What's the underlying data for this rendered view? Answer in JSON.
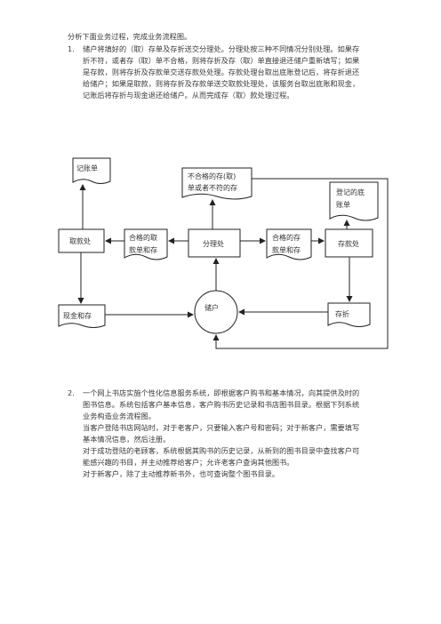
{
  "intro": "分析下面业务过程，完成业务流程图。",
  "q1": {
    "number": "1.",
    "lines": [
      "储户将填好的（取）存单及存折送交分理处。分理处按三种不同情况分别处理。如果存",
      "折不符，或者存（取）单不合格，则将存折及存（取）单直接退还储户重新填写；如果",
      "是存款，则将存折及存款单交送存款处处理。存款处理台取出底账登记后，将存折退还",
      "给储户；如果是取款，则将存折及存款单送交取款处理处，该服务台取出底账和现金，",
      "记账后将存折与现金退还给储户。从而完成存（取）款处理过程。"
    ]
  },
  "diagram": {
    "jizhang": "记账单",
    "buhege_1": "不合格的存(取)",
    "buhege_2": "单或者不符的存",
    "dengji_1": "登记的底",
    "dengji_2": "账单",
    "qukuanchu": "取款处",
    "hege_qu_1": "合格的取",
    "hege_qu_2": "款单和存",
    "fenlichu": "分理处",
    "hege_cun_1": "合格的存",
    "hege_cun_2": "款单和存",
    "cunkuanchu": "存款处",
    "chuhu": "储户",
    "xianjin": "现金和存",
    "cunzhe": "存折"
  },
  "q2": {
    "number": "2.",
    "lines": [
      "一个网上书店实施个性化信息服务系统，即根据客户购书和基本情况，向其提供及时的",
      "图书信息。系统包括客户基本信息，客户购书历史记录和书店图书目录。根据下列系统",
      "业务构造业务流程图。",
      "当客户登陆书店网站时，对于老客户，只要输入客户号和密码；对于新客户，需要填写",
      "基本情况信息，然后注册。",
      "对于成功登陆的老顾客，系统根据其购书的历史记录，从新到的图书目录中查找客户可",
      "能感兴趣的书目，并主动推荐给客户；允许老客户查询其他图书。",
      "对于新客户，除了主动推荐新书外，也可查询整个图书目录。"
    ]
  }
}
